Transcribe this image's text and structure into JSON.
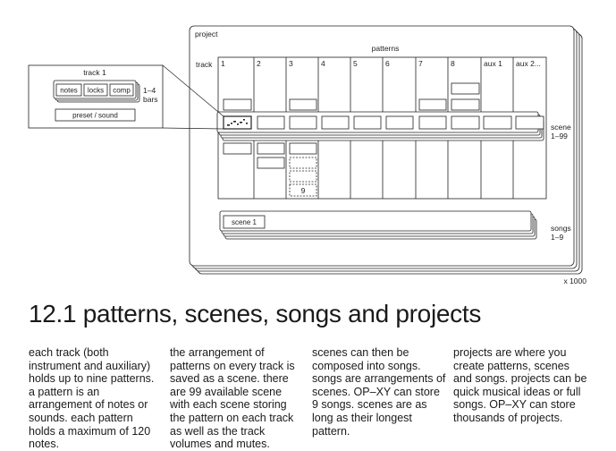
{
  "diagram": {
    "project_label": "project",
    "patterns_label": "patterns",
    "track_label": "track",
    "track_headers": [
      "1",
      "2",
      "3",
      "4",
      "5",
      "6",
      "7",
      "8",
      "aux 1",
      "aux 2..."
    ],
    "scene_label_1": "scene",
    "scene_label_2": "1–99",
    "songs_label_1": "songs",
    "songs_label_2": "1–9",
    "scene_button": "scene 1",
    "pattern_nine": "9",
    "multiplier": "x 1000",
    "callout": {
      "title": "track 1",
      "notes": "notes",
      "locks": "locks",
      "comp": "comp",
      "bars_1": "1–4",
      "bars_2": "bars",
      "preset": "preset / sound"
    }
  },
  "heading": "12.1 patterns, scenes, songs and projects",
  "columns": [
    "each track (both instrument and auxiliary) holds up to nine patterns. a pattern is an arrangement of notes or sounds. each pattern holds a maximum of 120 notes.",
    "the arrangement of patterns on every track is saved as a scene. there are 99 available scene with each scene storing the pattern on each track as well as the track volumes and mutes.",
    "scenes can then be composed into songs. songs are arrangements of scenes. OP–XY can store 9 songs. scenes are as long as their longest pattern.",
    "projects are where you create patterns, scenes and songs. projects can be quick musical ideas or full songs. OP–XY can store thousands of projects."
  ]
}
